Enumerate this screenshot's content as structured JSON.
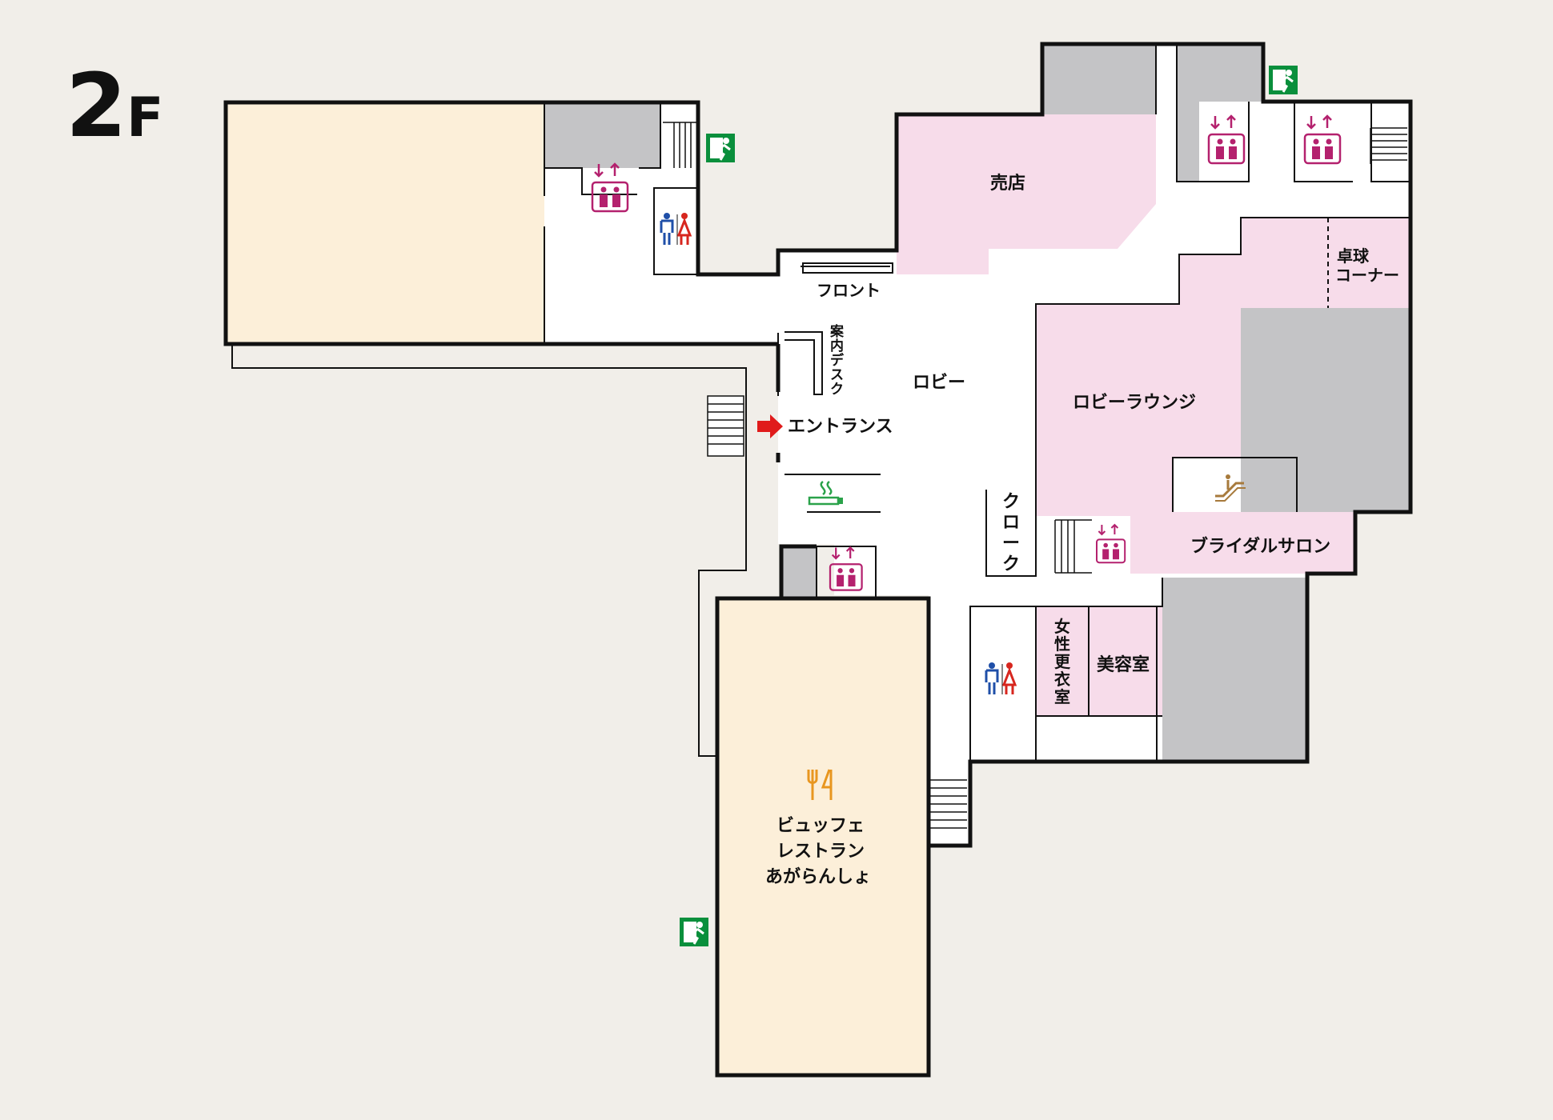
{
  "floor_label": {
    "main": "2",
    "suffix": "F"
  },
  "rooms": {
    "shop": "売店",
    "table_tennis": [
      "卓球",
      "コーナー"
    ],
    "front": "フロント",
    "info_desk": [
      "案",
      "内",
      "デ",
      "ス",
      "ク"
    ],
    "lobby": "ロビー",
    "lobby_lounge": "ロビーラウンジ",
    "entrance": "エントランス",
    "cloak": [
      "ク",
      "ロ",
      "ー",
      "ク"
    ],
    "bridal_salon": "ブライダルサロン",
    "womens_changing": [
      "女",
      "性",
      "更",
      "衣",
      "室"
    ],
    "beauty_salon": "美容室",
    "restaurant": [
      "ビュッフェ",
      "レストラン",
      "あがらんしょ"
    ]
  },
  "colors": {
    "background": "#f1eee9",
    "pink_zone": "#f7dcea",
    "cream_zone": "#fcefd9",
    "gray_zone": "#c4c4c6",
    "white_zone": "#ffffff",
    "elevator_icon": "#b4216e",
    "exit_green": "#0a8f3c",
    "smoking_green": "#2aa24a",
    "restaurant_icon": "#e8961f",
    "escalator_icon": "#a77a3c",
    "entrance_arrow": "#e01b1b",
    "toilet_male": "#1f4fa8",
    "toilet_female": "#d7261e"
  },
  "icons": [
    "elevator-icon",
    "emergency-exit-icon",
    "toilet-icon",
    "smoking-area-icon",
    "escalator-icon",
    "restaurant-icon",
    "entrance-arrow-icon",
    "staircase-icon"
  ]
}
